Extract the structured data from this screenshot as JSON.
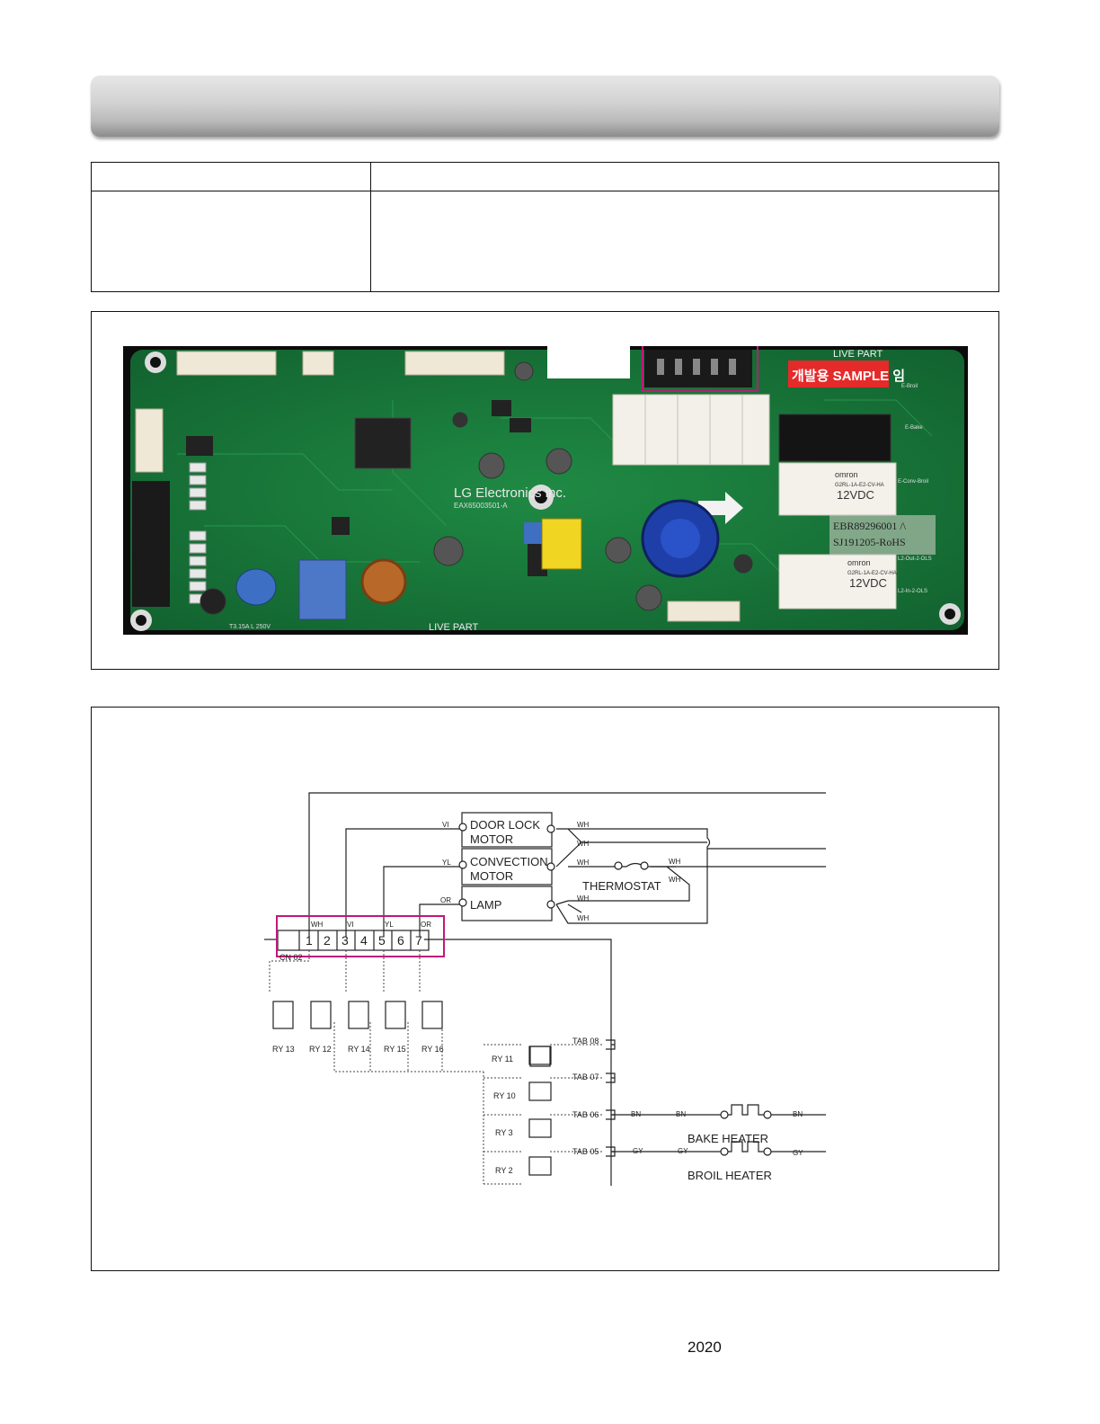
{
  "photo": {
    "labels": {
      "live_part_top": "LIVE PART",
      "sample_sticker": "개발용 SAMPLE 임",
      "brand": "LG Electronics inc.",
      "part_number": "EAX65003501-A",
      "relay_brand_1": "omron",
      "relay_model_1": "G2RL-1A-E2-CV-HA",
      "relay_voltage_1": "12VDC",
      "relay_brand_2": "omron",
      "relay_model_2": "G2RL-1A-E2-CV-HA",
      "relay_voltage_2": "12VDC",
      "ebr_code": "EBR89296001 /\\",
      "sj_code": "SJ191205-RoHS",
      "fuse": "T3.15A L 250V",
      "live_part_bottom": "LIVE PART",
      "tab_e_broil": "E-Broil",
      "tab_e_bake": "E-Bake",
      "tab_e_conv_broil": "E-Conv-Broil",
      "tab_l2_out": "L2-Out-2-OLS",
      "tab_l2_in": "L2-In-2-OLS"
    },
    "highlight_color": "#c0187a"
  },
  "diagram": {
    "components": {
      "door_lock": [
        "DOOR LOCK",
        "MOTOR"
      ],
      "convection": [
        "CONVECTION",
        "MOTOR"
      ],
      "lamp": "LAMP",
      "thermostat": "THERMOSTAT",
      "bake_heater": "BAKE HEATER",
      "broil_heater": "BROIL HEATER"
    },
    "wire_labels": {
      "vi": "VI",
      "yl": "YL",
      "or": "OR",
      "wh": "WH",
      "bn": "BN",
      "gy": "GY"
    },
    "connector": {
      "name": "CN 02",
      "pins": [
        "1",
        "2",
        "3",
        "4",
        "5",
        "6",
        "7"
      ],
      "pin_labels": [
        "WH",
        "VI",
        "YL",
        "OR"
      ]
    },
    "relays_left": [
      "RY 13",
      "RY 12",
      "RY 14",
      "RY 15",
      "RY 16"
    ],
    "relays_right": [
      "RY 11",
      "RY 10",
      "RY 3",
      "RY 2"
    ],
    "tabs": [
      "TAB 08",
      "TAB 07",
      "TAB 06",
      "TAB 05"
    ]
  },
  "footer": {
    "year": "2020"
  }
}
